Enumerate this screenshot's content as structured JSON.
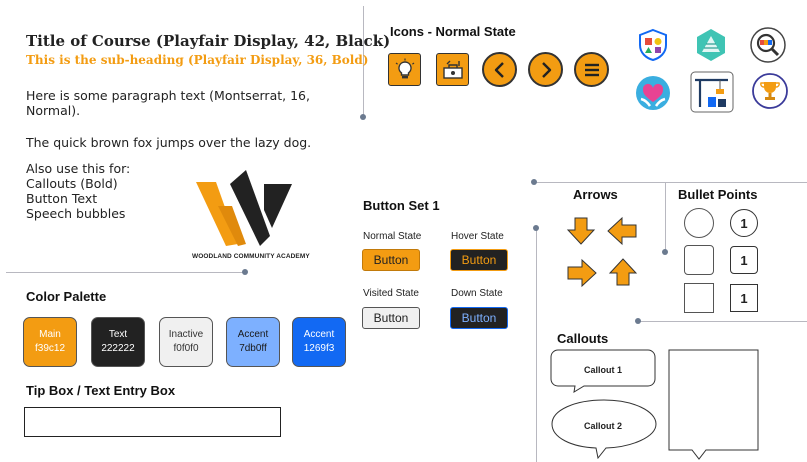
{
  "typography": {
    "title": "Title of Course (Playfair Display, 42, Black)",
    "subheading": "This is the sub-heading (Playfair Display, 36, Bold)",
    "paragraph_1": "Here is some paragraph text (Montserrat, 16, Normal).",
    "paragraph_2": "The quick brown fox jumps over the lazy dog.",
    "uses_intro": "Also use this for:",
    "uses": [
      "Callouts (Bold)",
      "Button Text",
      "Speech bubbles"
    ]
  },
  "logo": {
    "text": "WOODLAND COMMUNITY ACADEMY",
    "colors": {
      "orange": "#f39c12",
      "dark": "#222222"
    }
  },
  "palette": {
    "title": "Color Palette",
    "swatches": [
      {
        "name": "Main",
        "hex": "f39c12",
        "bg": "#f39c12",
        "fg": "#ffffff"
      },
      {
        "name": "Text",
        "hex": "222222",
        "bg": "#222222",
        "fg": "#ffffff"
      },
      {
        "name": "Inactive",
        "hex": "f0f0f0",
        "bg": "#f0f0f0",
        "fg": "#333333"
      },
      {
        "name": "Accent",
        "hex": "7db0ff",
        "bg": "#7db0ff",
        "fg": "#1a1a1a"
      },
      {
        "name": "Accent",
        "hex": "1269f3",
        "bg": "#1269f3",
        "fg": "#ffffff"
      }
    ]
  },
  "tip_box": {
    "title": "Tip Box / Text Entry Box"
  },
  "icons": {
    "title": "Icons - Normal State",
    "items": [
      "lightbulb-icon",
      "toolbox-icon",
      "arrow-left-icon",
      "arrow-right-icon",
      "menu-icon"
    ],
    "badges": [
      "shield-badge-icon",
      "pyramid-badge-icon",
      "magnifier-abc-icon",
      "heart-hands-icon",
      "construction-crane-icon",
      "trophy-icon"
    ]
  },
  "buttons": {
    "title": "Button Set 1",
    "label": "Button",
    "states": [
      {
        "state": "Normal State",
        "bg": "#f39c12",
        "fg": "#222222",
        "border": "#c27a0a"
      },
      {
        "state": "Hover State",
        "bg": "#222222",
        "fg": "#f39c12",
        "border": "#f39c12"
      },
      {
        "state": "Visited State",
        "bg": "#f0f0f0",
        "fg": "#222222",
        "border": "#555555"
      },
      {
        "state": "Down State",
        "bg": "#222222",
        "fg": "#7db0ff",
        "border": "#1269f3"
      }
    ]
  },
  "arrows": {
    "title": "Arrows",
    "color": "#f39c12"
  },
  "bullets": {
    "title": "Bullet Points",
    "number": "1"
  },
  "callouts": {
    "title": "Callouts",
    "callout_1": "Callout 1",
    "callout_2": "Callout 2"
  }
}
